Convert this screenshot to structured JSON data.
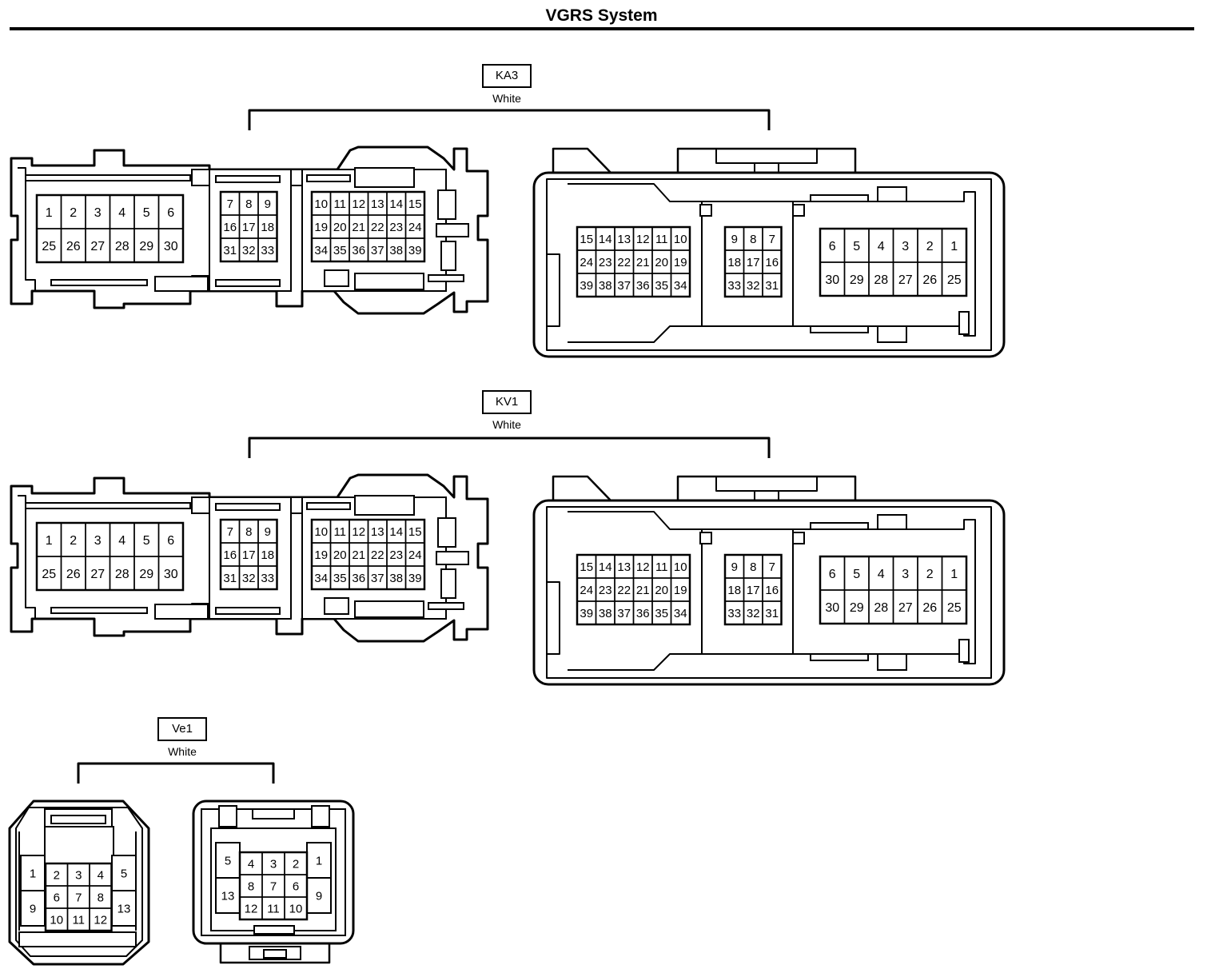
{
  "title": "VGRS System",
  "connectors": [
    {
      "id": "KA3",
      "color": "White"
    },
    {
      "id": "KV1",
      "color": "White"
    },
    {
      "id": "Ve1",
      "color": "White"
    }
  ],
  "pin_layouts": {
    "female_39": {
      "block_a": [
        [
          "1",
          "2",
          "3",
          "4",
          "5",
          "6"
        ],
        [
          "25",
          "26",
          "27",
          "28",
          "29",
          "30"
        ]
      ],
      "block_b": [
        [
          "7",
          "8",
          "9"
        ],
        [
          "16",
          "17",
          "18"
        ],
        [
          "31",
          "32",
          "33"
        ]
      ],
      "block_c": [
        [
          "10",
          "11",
          "12",
          "13",
          "14",
          "15"
        ],
        [
          "19",
          "20",
          "21",
          "22",
          "23",
          "24"
        ],
        [
          "34",
          "35",
          "36",
          "37",
          "38",
          "39"
        ]
      ]
    },
    "male_39": {
      "block_a": [
        [
          "15",
          "14",
          "13",
          "12",
          "11",
          "10"
        ],
        [
          "24",
          "23",
          "22",
          "21",
          "20",
          "19"
        ],
        [
          "39",
          "38",
          "37",
          "36",
          "35",
          "34"
        ]
      ],
      "block_b": [
        [
          "9",
          "8",
          "7"
        ],
        [
          "18",
          "17",
          "16"
        ],
        [
          "33",
          "32",
          "31"
        ]
      ],
      "block_c": [
        [
          "6",
          "5",
          "4",
          "3",
          "2",
          "1"
        ],
        [
          "30",
          "29",
          "28",
          "27",
          "26",
          "25"
        ]
      ]
    },
    "female_13": {
      "left": [
        "1",
        "9"
      ],
      "center": [
        [
          "2",
          "3",
          "4"
        ],
        [
          "6",
          "7",
          "8"
        ],
        [
          "10",
          "11",
          "12"
        ]
      ],
      "right": [
        "5",
        "13"
      ]
    },
    "male_13": {
      "left": [
        "5",
        "13"
      ],
      "center": [
        [
          "4",
          "3",
          "2"
        ],
        [
          "8",
          "7",
          "6"
        ],
        [
          "12",
          "11",
          "10"
        ]
      ],
      "right": [
        "1",
        "9"
      ]
    }
  }
}
